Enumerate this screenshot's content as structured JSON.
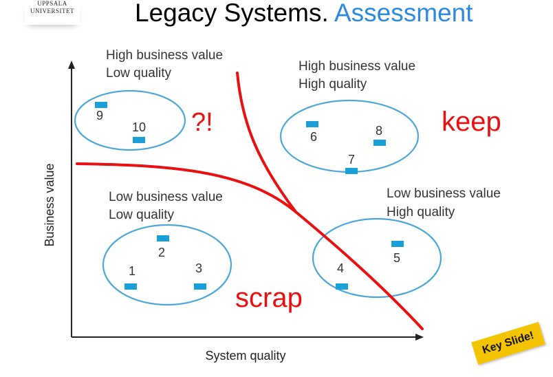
{
  "header": {
    "logo_line1": "UPPSALA",
    "logo_line2": "UNIVERSITET",
    "title_main": "Legacy Systems.",
    "title_accent": "Assessment"
  },
  "axes": {
    "y_label": "Business value",
    "x_label": "System quality"
  },
  "quadrants": {
    "top_left": {
      "line1": "High business value",
      "line2": "Low quality"
    },
    "top_right": {
      "line1": "High business value",
      "line2": "High quality"
    },
    "bottom_left": {
      "line1": "Low business value",
      "line2": "Low quality"
    },
    "bottom_right": {
      "line1": "Low business value",
      "line2": "High quality"
    }
  },
  "systems": [
    "1",
    "2",
    "3",
    "4",
    "5",
    "6",
    "7",
    "8",
    "9",
    "10"
  ],
  "annotations": {
    "question": "?!",
    "keep": "keep",
    "scrap": "scrap",
    "badge": "Key Slide!"
  },
  "colors": {
    "ellipse": "#4da6d8",
    "marker": "#1aa0d8",
    "curve": "#e81010",
    "accent_title": "#2a8ae0",
    "badge": "#f5c400"
  }
}
